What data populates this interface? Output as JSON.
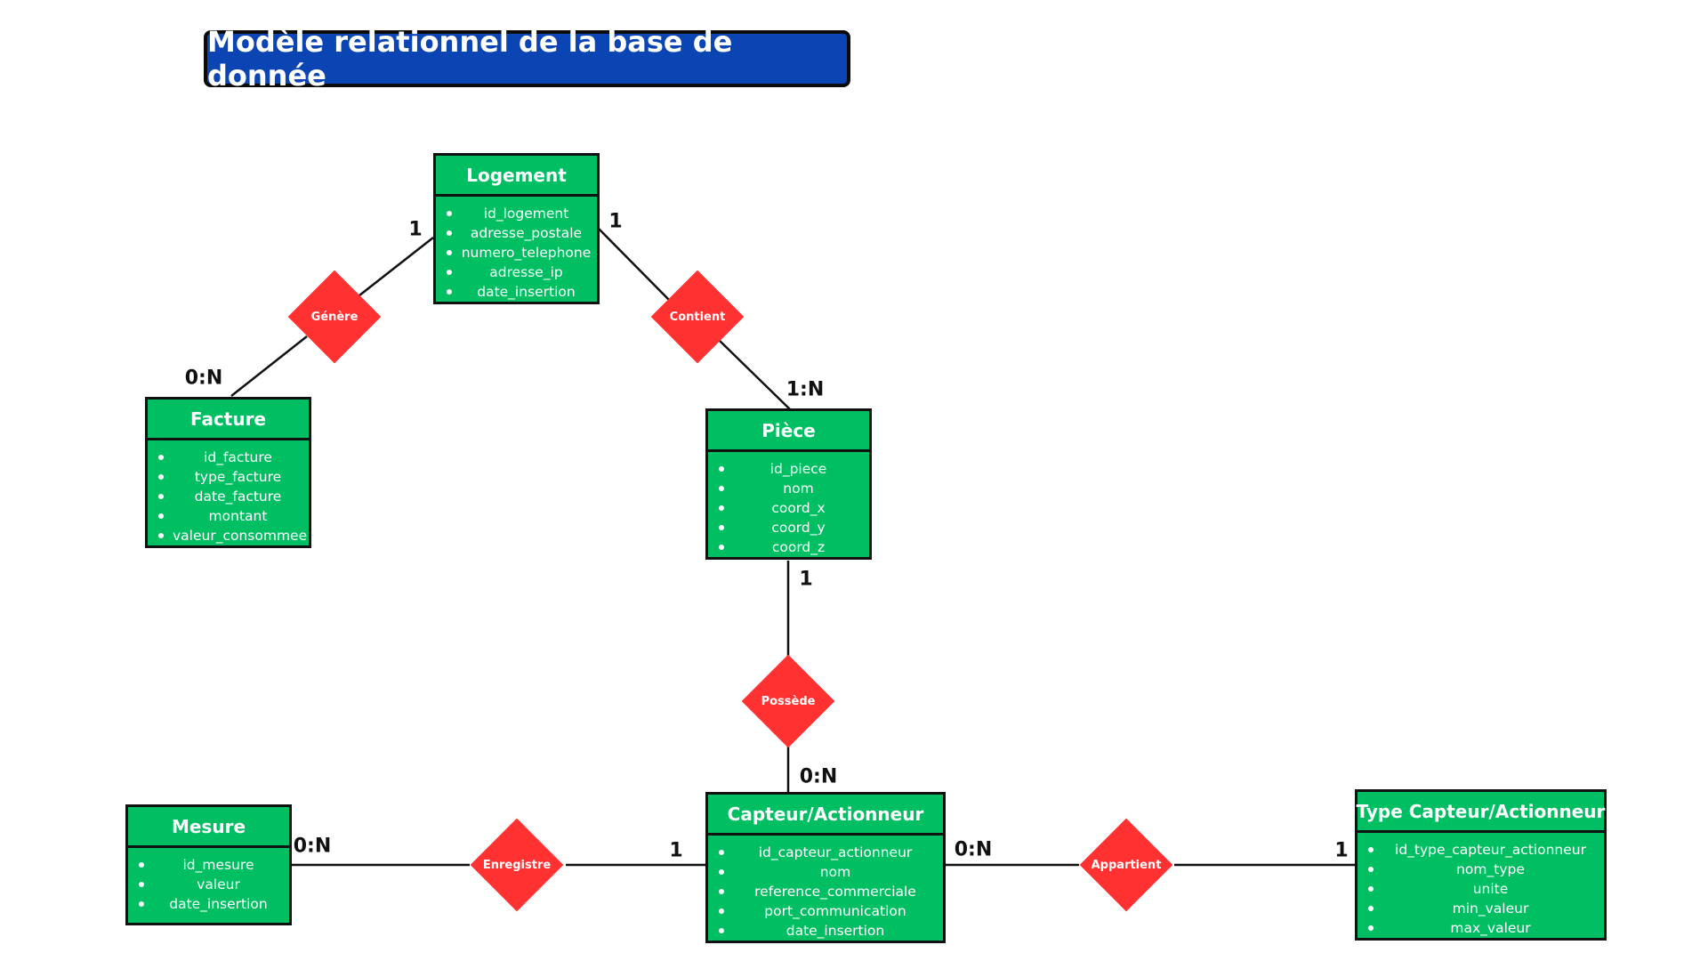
{
  "title": "Modèle relationnel de la base de donnée",
  "entities": {
    "logement": {
      "name": "Logement",
      "attributes": [
        "id_logement",
        "adresse_postale",
        "numero_telephone",
        "adresse_ip",
        "date_insertion"
      ]
    },
    "facture": {
      "name": "Facture",
      "attributes": [
        "id_facture",
        "type_facture",
        "date_facture",
        "montant",
        "valeur_consommee"
      ]
    },
    "piece": {
      "name": "Pièce",
      "attributes": [
        "id_piece",
        "nom",
        "coord_x",
        "coord_y",
        "coord_z"
      ]
    },
    "mesure": {
      "name": "Mesure",
      "attributes": [
        "id_mesure",
        "valeur",
        "date_insertion"
      ]
    },
    "capteur": {
      "name": "Capteur/Actionneur",
      "attributes": [
        "id_capteur_actionneur",
        "nom",
        "reference_commerciale",
        "port_communication",
        "date_insertion"
      ]
    },
    "type_capteur": {
      "name": "Type Capteur/Actionneur",
      "attributes": [
        "id_type_capteur_actionneur",
        "nom_type",
        "unite",
        "min_valeur",
        "max_valeur"
      ]
    }
  },
  "relations": {
    "genere": "Génère",
    "contient": "Contient",
    "possede": "Possède",
    "enregistre": "Enregistre",
    "appartient": "Appartient"
  },
  "cardinalities": {
    "logement_genere": "1",
    "facture_genere": "0:N",
    "logement_contient": "1",
    "piece_contient": "1:N",
    "piece_possede": "1",
    "capteur_possede": "0:N",
    "mesure_enregistre": "0:N",
    "capteur_enregistre": "1",
    "capteur_appartient": "0:N",
    "type_appartient": "1"
  },
  "colors": {
    "entity_fill": "#00bf63",
    "relation_fill": "#ff3131",
    "title_fill": "#0a45b3",
    "border": "#111111"
  }
}
